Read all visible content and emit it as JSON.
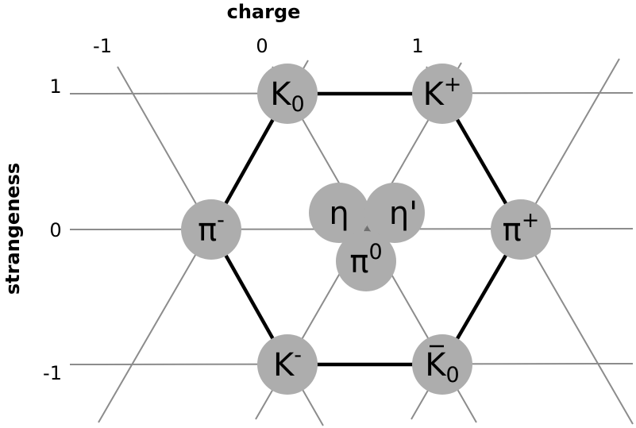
{
  "axes": {
    "x_title": "charge",
    "y_title": "strangeness",
    "x_ticks": [
      "-1",
      "0",
      "1"
    ],
    "y_ticks": [
      "1",
      "0",
      "-1"
    ]
  },
  "particles": [
    {
      "id": "K0",
      "base": "K",
      "script": "0",
      "script_type": "sub",
      "bar": false
    },
    {
      "id": "K+",
      "base": "K",
      "script": "+",
      "script_type": "sup",
      "bar": false
    },
    {
      "id": "pi-",
      "base": "π",
      "script": "-",
      "script_type": "sup",
      "bar": false
    },
    {
      "id": "eta",
      "base": "η",
      "script": "",
      "script_type": "none",
      "bar": false
    },
    {
      "id": "eta-prime",
      "base": "η'",
      "script": "",
      "script_type": "none",
      "bar": false
    },
    {
      "id": "pi0",
      "base": "π",
      "script": "0",
      "script_type": "sup",
      "bar": false
    },
    {
      "id": "pi+",
      "base": "π",
      "script": "+",
      "script_type": "sup",
      "bar": false
    },
    {
      "id": "K-",
      "base": "K",
      "script": "-",
      "script_type": "sup",
      "bar": false
    },
    {
      "id": "K0-bar",
      "base": "K",
      "script": "0",
      "script_type": "sub",
      "bar": true
    }
  ],
  "colors": {
    "node_fill": "#adadad",
    "grid_line": "#8c8c8c",
    "hexagon_edge": "#000000"
  }
}
